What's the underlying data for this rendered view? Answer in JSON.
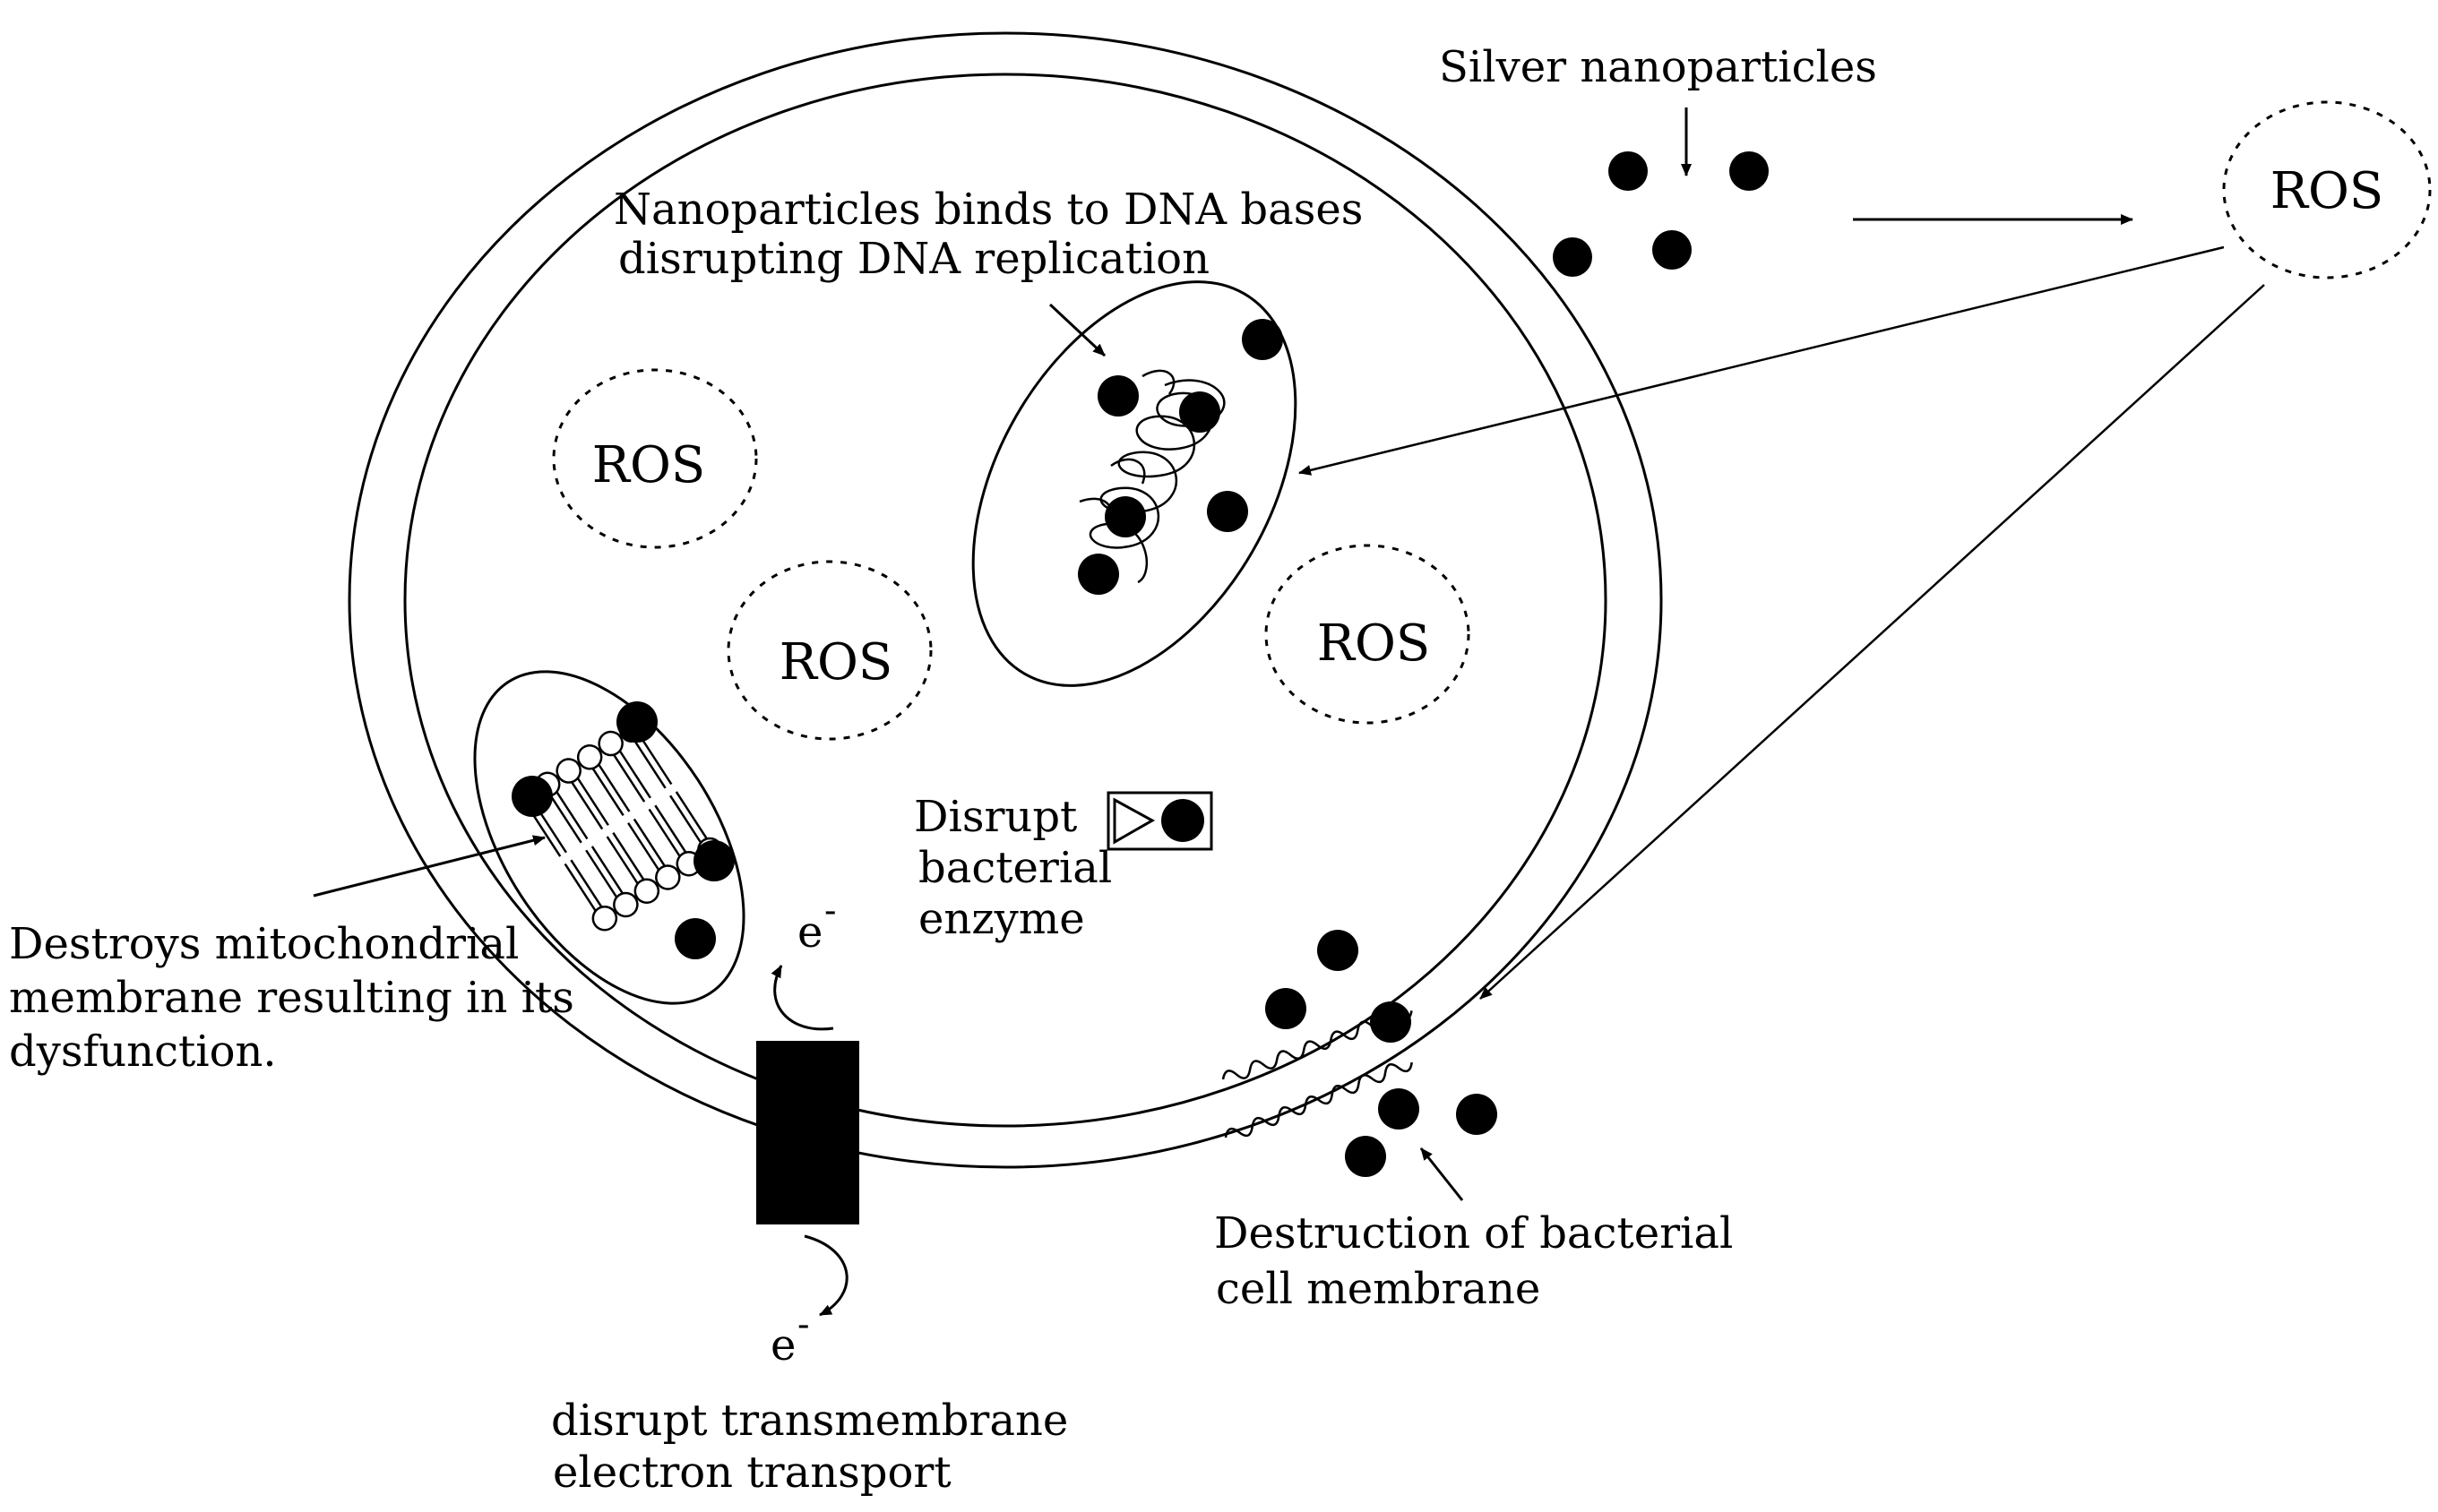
{
  "labels": {
    "silver_nanoparticles": "Silver nanoparticles",
    "ros_outside": "ROS",
    "ros_1": "ROS",
    "ros_2": "ROS",
    "ros_3": "ROS",
    "dna_line1": "Nanoparticles binds to DNA bases",
    "dna_line2": "disrupting DNA replication",
    "mito_line1": "Destroys mitochondrial",
    "mito_line2": "membrane resulting in its",
    "mito_line3": "dysfunction.",
    "enzyme_line1": "Disrupt",
    "enzyme_line2": "bacterial",
    "enzyme_line3": "enzyme",
    "electron_top": "e",
    "electron_bottom": "e",
    "electron_sup": "-",
    "transport_line1": "disrupt transmembrane",
    "transport_line2": "electron transport",
    "membrane_line1": "Destruction of bacterial",
    "membrane_line2": "cell membrane"
  }
}
